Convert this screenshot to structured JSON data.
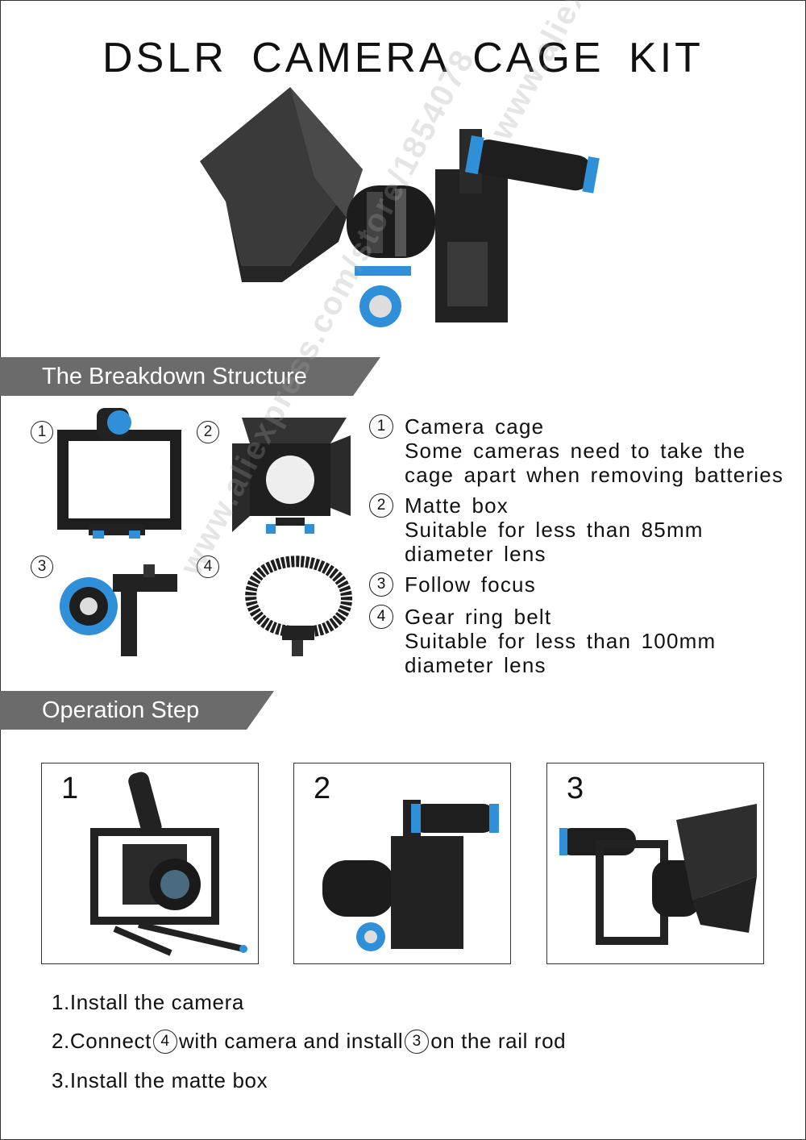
{
  "title": "DSLR CAMERA CAGE KIT",
  "sections": {
    "breakdown": "The Breakdown Structure",
    "operation": "Operation Step"
  },
  "parts": [
    {
      "num": "1",
      "name": "Camera cage",
      "note": "Some cameras need to take the cage apart when removing batteries"
    },
    {
      "num": "2",
      "name": "Matte box",
      "note": "Suitable for less than 85mm diameter lens"
    },
    {
      "num": "3",
      "name": "Follow focus",
      "note": ""
    },
    {
      "num": "4",
      "name": "Gear ring belt",
      "note": "Suitable for less than 100mm diameter lens"
    }
  ],
  "steps": [
    {
      "num": "1",
      "text": "1.Install the camera"
    },
    {
      "num": "2",
      "pre": "2.Connect",
      "ref1": "4",
      "mid": "with camera and install",
      "ref2": "3",
      "post": "on the rail rod"
    },
    {
      "num": "3",
      "text": "3.Install the matte box"
    }
  ],
  "watermark": "www.aliexpress.com/store/1854078",
  "colors": {
    "banner": "#6b6b6b",
    "accent_blue": "#2f8fd8",
    "metal": "#2b2b2b"
  }
}
